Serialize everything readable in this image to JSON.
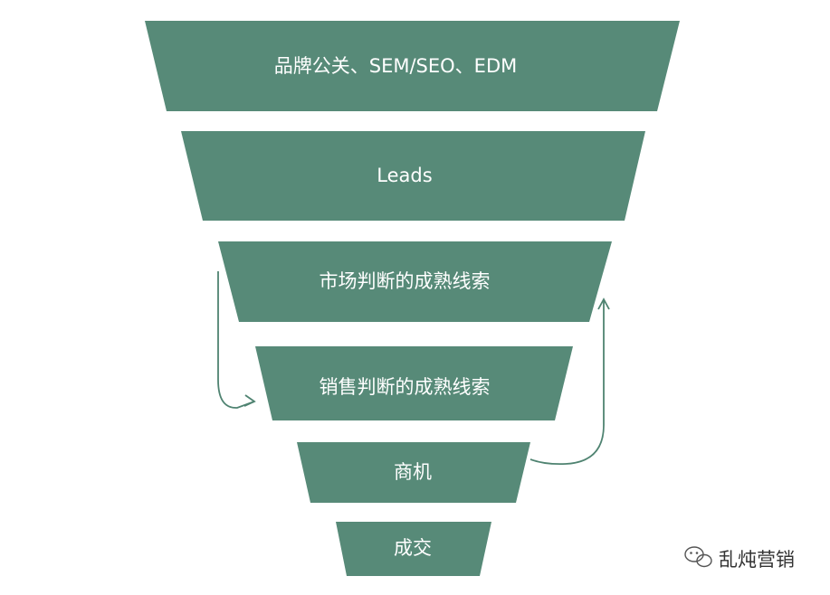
{
  "funnel": {
    "stages": [
      {
        "label": "品牌公关、SEM/SEO、EDM"
      },
      {
        "label": "Leads"
      },
      {
        "label": "市场判断的成熟线索"
      },
      {
        "label": "销售判断的成熟线索"
      },
      {
        "label": "商机"
      },
      {
        "label": "成交"
      }
    ],
    "fill_color": "#578a78",
    "text_color": "#ffffff",
    "arrow_color": "#4f8371"
  },
  "watermark": {
    "text": "乱炖营销",
    "icon": "wechat-icon"
  }
}
